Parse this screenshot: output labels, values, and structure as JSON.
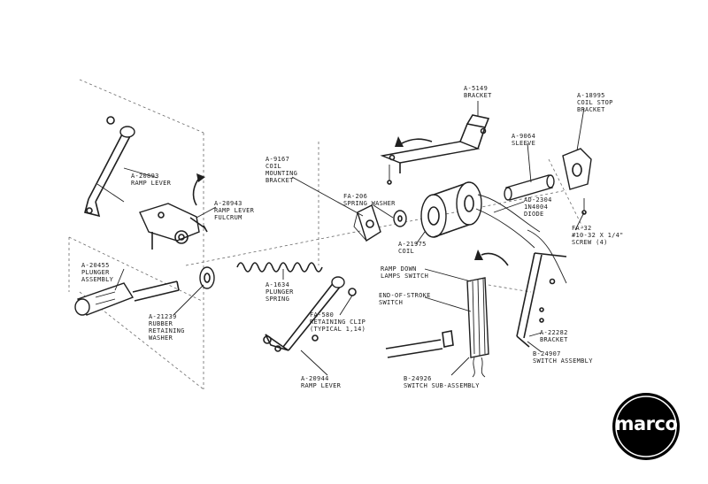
{
  "labels": {
    "a_20893": [
      "A-20893",
      "RAMP LEVER"
    ],
    "a_20943": [
      "A-20943",
      "RAMP LEVER",
      "FULCRUM"
    ],
    "a_9167": [
      "A-9167",
      "COIL",
      "MOUNTING",
      "BRACKET"
    ],
    "a_5149": [
      "A-5149",
      "BRACKET"
    ],
    "a_9064": [
      "A-9064",
      "SLEEVE"
    ],
    "a_18995": [
      "A-18995",
      "COIL STOP",
      "BRACKET"
    ],
    "fa_206": [
      "FA-206",
      "SPRING WASHER"
    ],
    "a_21975": [
      "A-21975",
      "COIL"
    ],
    "ad_2304": [
      "AD-2304",
      "1N4004",
      "DIODE"
    ],
    "fa_32": [
      "FA-32",
      "#10-32 X 1/4\"",
      "SCREW (4)"
    ],
    "a_20455": [
      "A-20455",
      "PLUNGER",
      "ASSEMBLY"
    ],
    "a_21239": [
      "A-21239",
      "RUBBER",
      "RETAINING",
      "WASHER"
    ],
    "a_1634": [
      "A-1634",
      "PLUNGER",
      "SPRING"
    ],
    "fa_580": [
      "FA-580",
      "RETAINING CLIP",
      "(TYPICAL 1,14)"
    ],
    "ramp_down": [
      "RAMP DOWN",
      "LAMPS SWITCH"
    ],
    "end_stroke": [
      "END-OF-STROKE",
      "SWITCH"
    ],
    "a_22282": [
      "A-22282",
      "BRACKET"
    ],
    "b_24907": [
      "B-24907",
      "SWITCH ASSEMBLY"
    ],
    "b_24926": [
      "B-24926",
      "SWITCH SUB-ASSEMBLY"
    ],
    "a_20944": [
      "A-20944",
      "RAMP LEVER"
    ]
  },
  "logo": {
    "text": "marco",
    "bg": "#000000",
    "fg": "#ffffff"
  },
  "colors": {
    "ink": "#1f1f1f",
    "paper": "#ffffff"
  }
}
